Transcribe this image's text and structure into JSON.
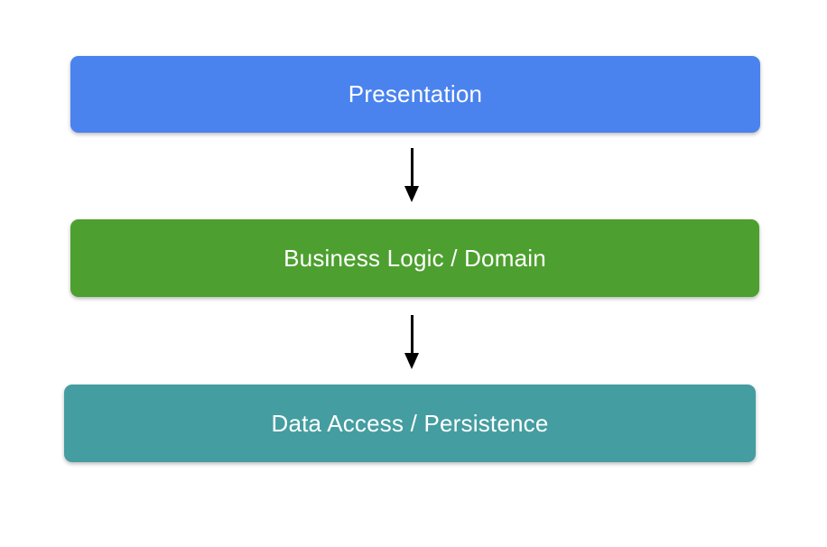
{
  "diagram": {
    "type": "layered-architecture",
    "background_color": "#FFFFFF",
    "text_color": "#FFFFFF",
    "arrow_color": "#000000",
    "layers": [
      {
        "id": "presentation",
        "label": "Presentation",
        "color": "#4A83EE"
      },
      {
        "id": "business-logic",
        "label": "Business Logic / Domain",
        "color": "#4DA02F"
      },
      {
        "id": "data-access",
        "label": "Data Access / Persistence",
        "color": "#449DA0"
      }
    ],
    "arrows": [
      {
        "from": "presentation",
        "to": "business-logic",
        "direction": "down"
      },
      {
        "from": "business-logic",
        "to": "data-access",
        "direction": "down"
      }
    ]
  }
}
